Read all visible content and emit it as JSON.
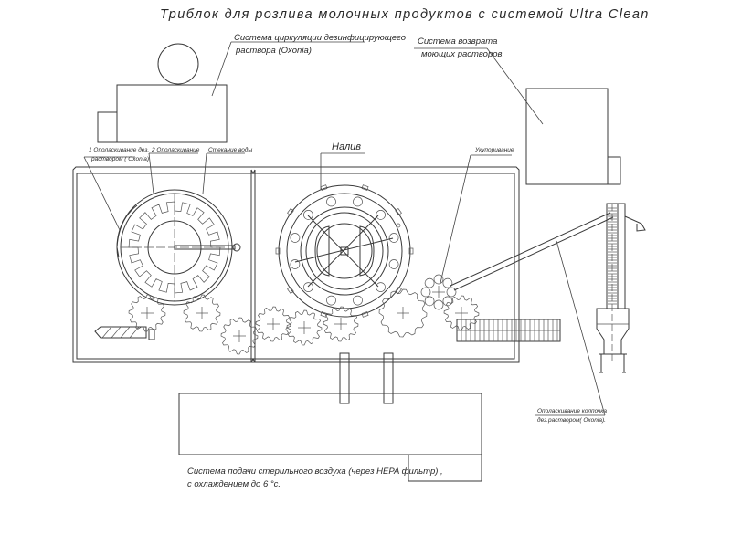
{
  "title": "Триблок для розлива молочных продуктов с системой Ultra Clean",
  "labels": {
    "circulation_line1": "Система циркуляции дезинфицирующего",
    "circulation_line2": "раствора (Oxonia)",
    "return_line1": "Система возврата",
    "return_line2": "моющих растворов.",
    "rinse1_line1": "1 Ополаскивание дез.",
    "rinse1_line2": "раствором ( Oxonia)",
    "rinse2": "2 Ополаскивание",
    "drain": "Стекание воды",
    "filling": "Налив",
    "capping": "Укупоривание",
    "cap_rinse_line1": "Ополаскивание колпочка",
    "cap_rinse_line2": "дез.раствором( Oxonia).",
    "air_line1": "Система подачи стерильного воздуха (через  HEPA фильтр) ,",
    "air_line2": "с охлаждением до 6 °с."
  },
  "components": [
    {
      "name": "circulation-tank"
    },
    {
      "name": "return-tank"
    },
    {
      "name": "rinser-carousel"
    },
    {
      "name": "filler-carousel"
    },
    {
      "name": "capper-turret"
    },
    {
      "name": "cap-elevator"
    },
    {
      "name": "sterile-air-unit"
    },
    {
      "name": "bottle-infeed-screw"
    },
    {
      "name": "outfeed-conveyor"
    }
  ]
}
